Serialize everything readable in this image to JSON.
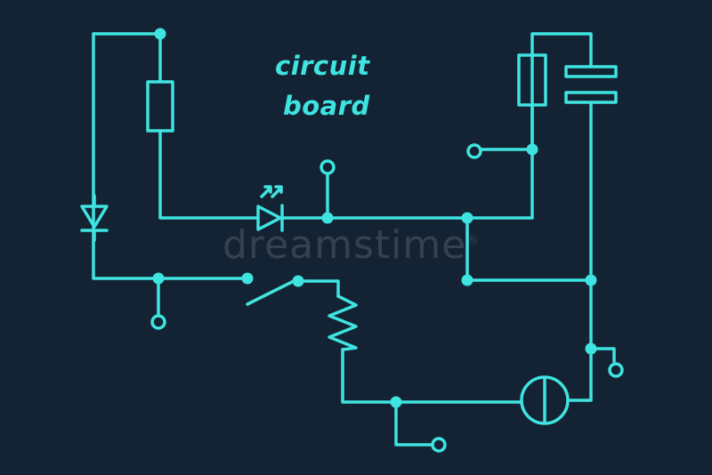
{
  "title": {
    "line1": "circuit",
    "line2": "board"
  },
  "watermark": {
    "text": "dreamstime",
    "symbol": "®"
  },
  "colors": {
    "background": "#132333",
    "wire": "#3fe3e0",
    "text": "#3fe3e0"
  },
  "components": {
    "resistor-vertical": "resistor",
    "resistor-zigzag": "resistor",
    "fuse": "fuse",
    "capacitor": "capacitor",
    "diode": "diode",
    "led": "light-emitting diode",
    "switch": "switch",
    "lamp": "meter"
  }
}
